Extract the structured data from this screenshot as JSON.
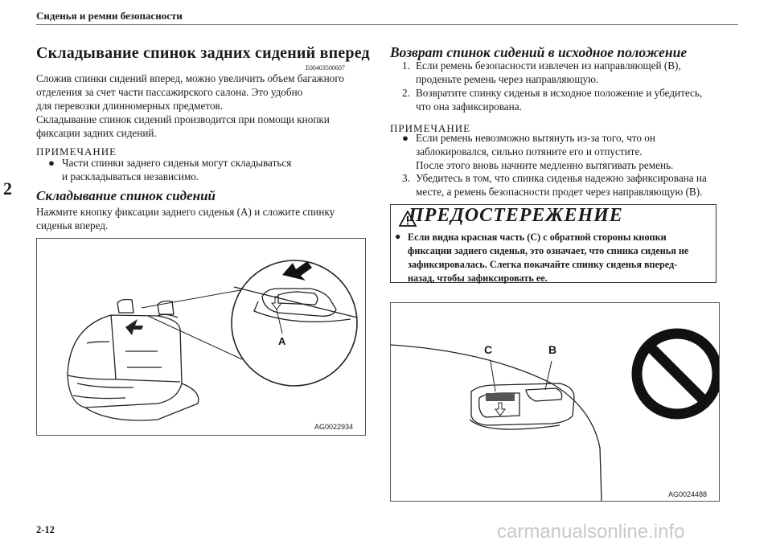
{
  "header": {
    "section_title": "Сиденья и ремни безопасности",
    "chapter_number": "2"
  },
  "left": {
    "heading": "Складывание спинок задних сидений вперед",
    "code": "E00403500607",
    "intro_lines": [
      "Сложив спинки сидений вперед, можно увеличить объем багажного",
      "отделения за счет части пассажирского салона. Это удобно",
      "для перевозки длинномерных предметов.",
      "Складывание спинок сидений производится при помощи кнопки",
      "фиксации задних сидений."
    ],
    "note_label": "ПРИМЕЧАНИЕ",
    "note_bullet": "●",
    "note_lines": [
      "Части спинки заднего сиденья могут складываться",
      "и раскладываться независимо."
    ],
    "subheading": "Складывание спинок сидений",
    "sub_lines": [
      "Нажмите кнопку фиксации заднего сиденья (A) и сложите спинку",
      "сиденья вперед."
    ],
    "figure": {
      "code": "AG0022934",
      "label_a": "A"
    }
  },
  "right": {
    "heading": "Возврат спинок сидений в исходное положение",
    "steps": [
      {
        "num": "1.",
        "lines": [
          "Если ремень безопасности извлечен из направляющей (B),",
          "проденьте ремень через направляющую."
        ]
      },
      {
        "num": "2.",
        "lines": [
          "Возвратите спинку сиденья в исходное положение и убедитесь,",
          "что она зафиксирована."
        ]
      }
    ],
    "note_label": "ПРИМЕЧАНИЕ",
    "note_bullet": "●",
    "note_lines": [
      "Если ремень невозможно вытянуть из-за того, что он",
      "заблокировался, сильно потяните его и отпустите.",
      "После этого вновь начните медленно вытягивать ремень."
    ],
    "step3": {
      "num": "3.",
      "lines": [
        "Убедитесь в том, что спинка сиденья надежно зафиксирована на",
        "месте, а ремень безопасности продет через направляющую (B)."
      ]
    },
    "warning": {
      "title": "ПРЕДОСТЕРЕЖЕНИЕ",
      "bullet": "●",
      "lines": [
        "Если видна красная часть (C) с обратной стороны кнопки",
        "фиксации заднего сиденья, это означает, что спинка сиденья не",
        "зафиксировалась. Слегка покачайте спинку сиденья вперед-",
        "назад, чтобы зафиксировать ее."
      ]
    },
    "figure": {
      "code": "AG0024488",
      "label_c": "C",
      "label_b": "B"
    }
  },
  "footer": {
    "page_number": "2-12",
    "watermark": "carmanualsonline.info"
  }
}
